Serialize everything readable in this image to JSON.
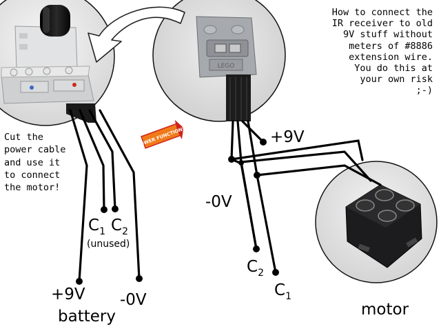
{
  "note": "How to connect the\nIR receiver to old\n9V stuff without\nmeters of #8886\nextension wire.\nYou do this at\nyour own risk\n;-)",
  "instruction": "Cut the\npower cable\nand use it\nto connect\nthe motor!",
  "logo_text": "POWER FUNCTIONS",
  "connector_label": "LEGO",
  "labels": {
    "plus9v_right": "+9V",
    "minus0v_right": "-0V",
    "c_letter": "C",
    "sub1": "1",
    "sub2": "2",
    "unused": "(unused)",
    "plus9v_battery": "+9V",
    "minus0v_battery": "-0V",
    "battery": "battery",
    "motor": "motor"
  },
  "colors": {
    "wire": "#000000",
    "circle_outline": "#111111",
    "receiver_body": "#d8d9da",
    "connector": "#a4a7ab",
    "motor_body": "#1c1c1e",
    "arrow_fill": "#ffffff",
    "logo_orange": "#f07a1a",
    "logo_red": "#d0231b"
  }
}
